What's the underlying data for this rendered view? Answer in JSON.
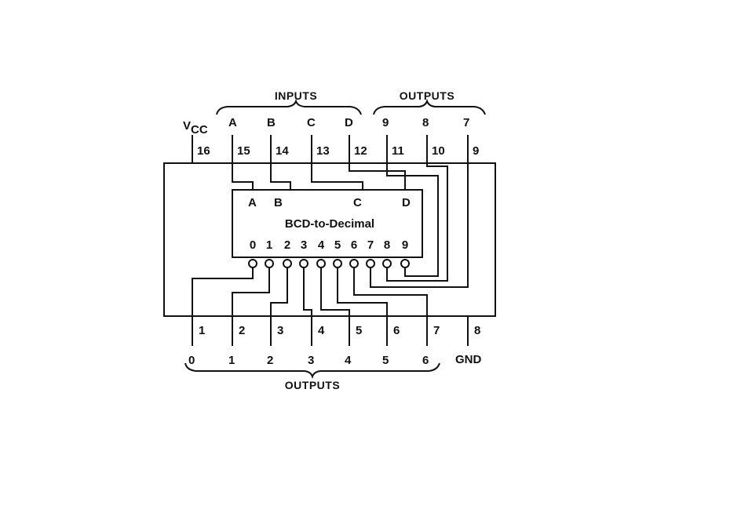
{
  "groups": {
    "inputs": "INPUTS",
    "outputs_top": "OUTPUTS",
    "outputs_bottom": "OUTPUTS"
  },
  "vcc": {
    "main": "V",
    "sub": "CC"
  },
  "top_signals": [
    "A",
    "B",
    "C",
    "D",
    "9",
    "8",
    "7"
  ],
  "top_pins": [
    "16",
    "15",
    "14",
    "13",
    "12",
    "11",
    "10",
    "9"
  ],
  "bottom_pins": [
    "1",
    "2",
    "3",
    "4",
    "5",
    "6",
    "7",
    "8"
  ],
  "bottom_signals": [
    "0",
    "1",
    "2",
    "3",
    "4",
    "5",
    "6"
  ],
  "gnd": "GND",
  "decoder": {
    "title": "BCD-to-Decimal",
    "inputs": [
      "A",
      "B",
      "C",
      "D"
    ],
    "outputs": [
      "0",
      "1",
      "2",
      "3",
      "4",
      "5",
      "6",
      "7",
      "8",
      "9"
    ]
  }
}
